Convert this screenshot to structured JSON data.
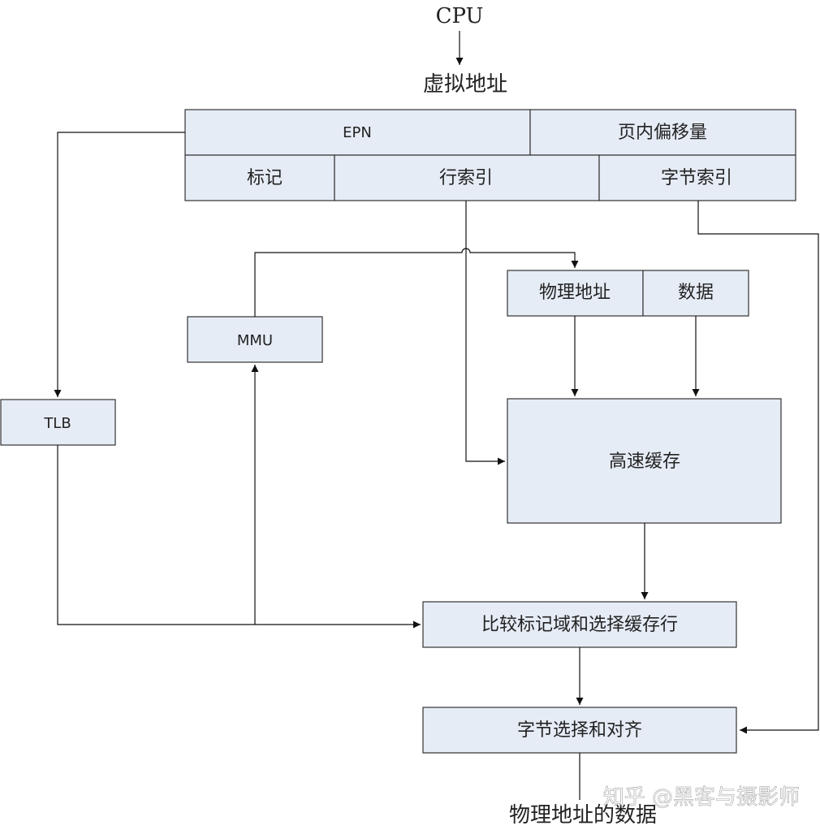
{
  "top": {
    "source": "CPU",
    "virtual_address": "虚拟地址"
  },
  "address_fields": {
    "epn": "EPN",
    "page_offset": "页内偏移量",
    "tag": "标记",
    "row_index": "行索引",
    "byte_index": "字节索引"
  },
  "units": {
    "mmu": "MMU",
    "tlb": "TLB",
    "physical_address": "物理地址",
    "data": "数据",
    "cache": "高速缓存",
    "compare": "比较标记域和选择缓存行",
    "byte_select": "字节选择和对齐"
  },
  "output": {
    "result": "物理地址的数据"
  },
  "watermark": {
    "text": "知乎 @黑客与摄影师"
  }
}
